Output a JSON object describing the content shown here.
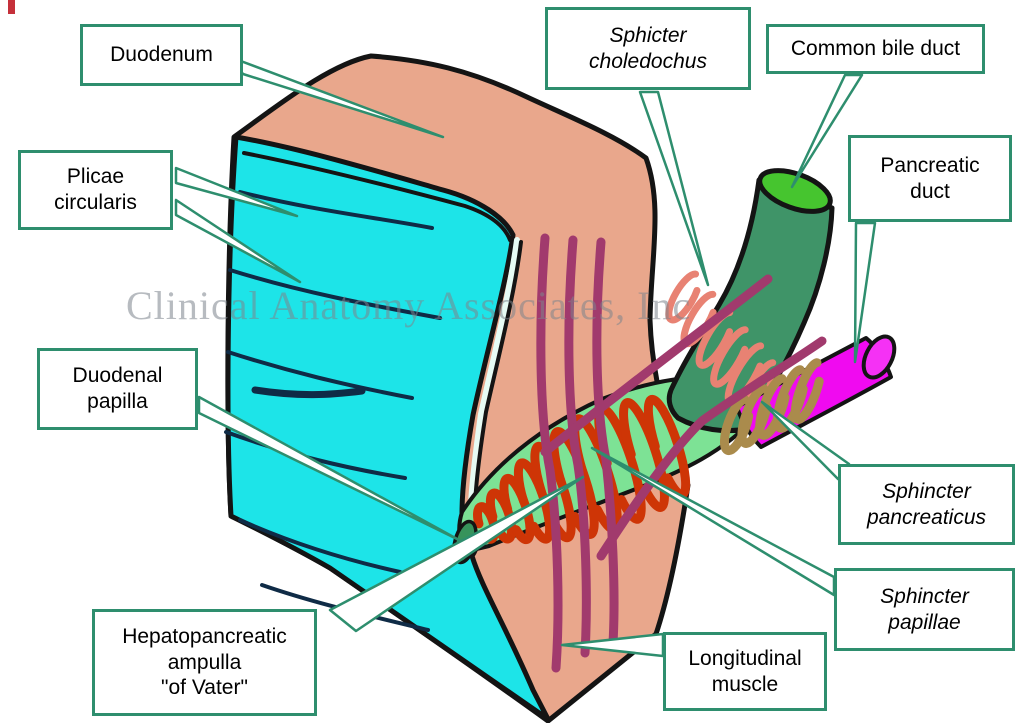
{
  "figure": {
    "watermark": "Clinical Anatomy Associates, Inc",
    "labels": {
      "duodenum": "Duodenum",
      "plicae": "Plicae\ncircularis",
      "papilla": "Duodenal\npapilla",
      "ampulla": "Hepatopancreatic\nampulla\n\"of Vater\"",
      "choledochus": "Sphicter\ncholedochus",
      "bile_duct": "Common bile duct",
      "pancreatic_duct": "Pancreatic\nduct",
      "pancreaticus": "Sphincter\npancreaticus",
      "papillae": "Sphincter\npapillae",
      "longitudinal": "Longitudinal\nmuscle"
    },
    "colors": {
      "bg": "#FFFFFF",
      "outline": "#141414",
      "mucosa": "#1DE4E8",
      "wall": "#E9A78C",
      "plica": "#0F2B46",
      "ampulla": "#7DE295",
      "ampulla-ring": "#CE3506",
      "bile-duct": "#3F9468",
      "bile-duct-opening": "#46C52F",
      "bile-ring": "#E88273",
      "panc-duct": "#F00AF0",
      "panc-ring": "#AA8B4C",
      "muscle-fiber": "#A13A6D",
      "papilla": "#37935B",
      "callout": "#2E8E6E",
      "label-bg": "#FFFFFF",
      "label-text": "#000000",
      "watermark": "#7E858D",
      "corner-mark": "#C5303A"
    }
  }
}
